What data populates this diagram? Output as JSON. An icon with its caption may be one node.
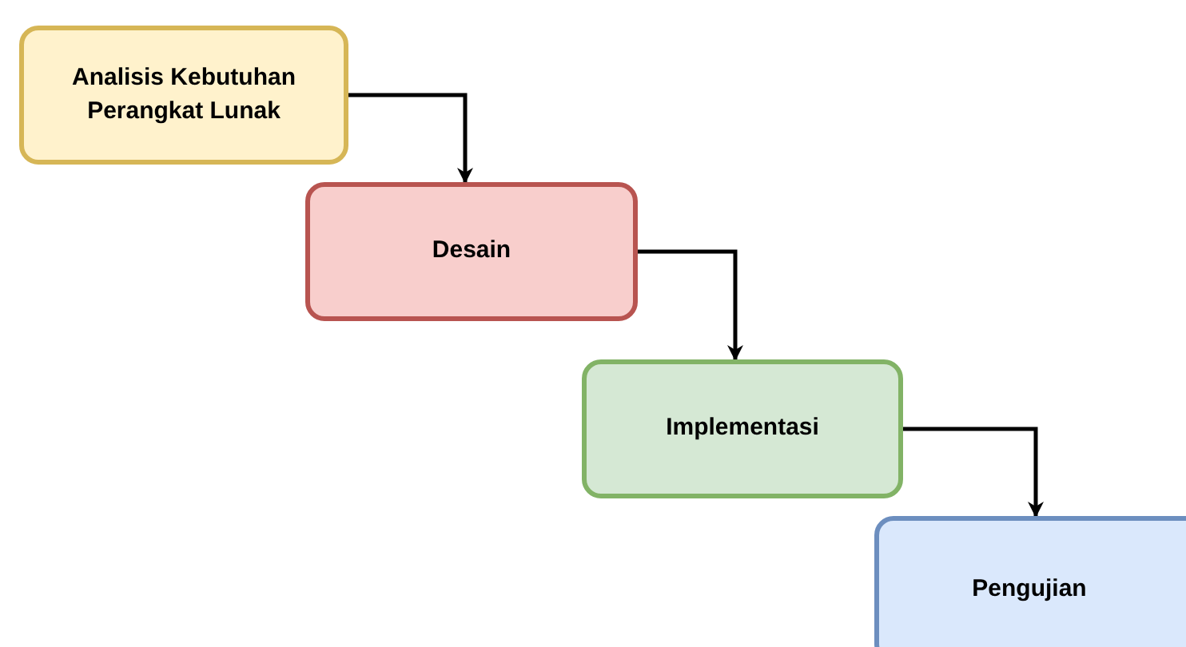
{
  "diagram": {
    "nodes": [
      {
        "text": [
          "Analisis Kebutuhan Perangkat Lunak"
        ]
      },
      {
        "text": [
          "Desain"
        ]
      },
      {
        "text": [
          "Implementasi"
        ]
      },
      {
        "text": [
          "Pengujian"
        ]
      }
    ],
    "edges": [
      {
        "from": 0,
        "to": 1,
        "arrow": "to"
      },
      {
        "from": 1,
        "to": 2,
        "arrow": "to"
      },
      {
        "from": 2,
        "to": 3,
        "arrow": "to"
      }
    ]
  }
}
